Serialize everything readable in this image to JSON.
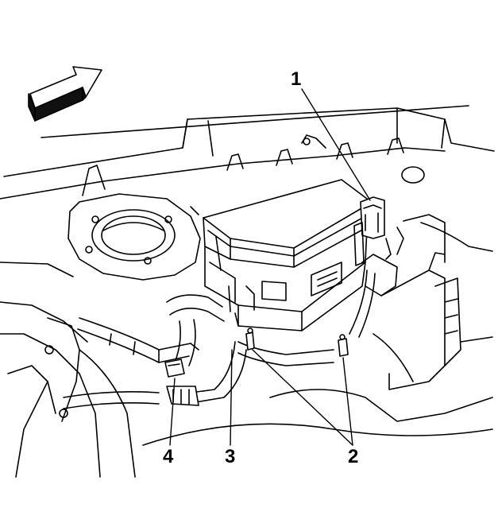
{
  "diagram": {
    "callouts": {
      "c1": "1",
      "c2": "2",
      "c3": "3",
      "c4": "4"
    },
    "direction_arrow": "forward-arrow-icon",
    "colors": {
      "line": "#000000",
      "background": "#ffffff",
      "arrow_fill": "#111111"
    }
  }
}
